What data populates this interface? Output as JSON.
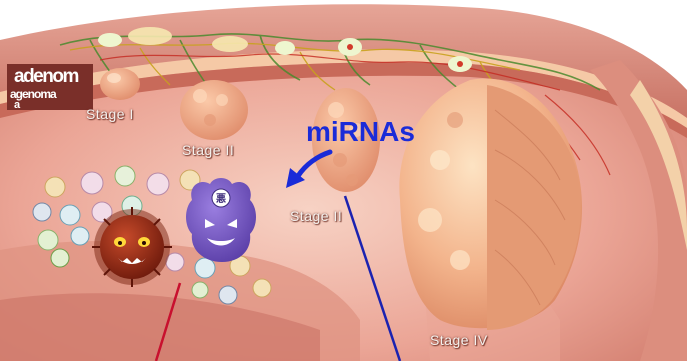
{
  "labels": {
    "adenoma_main": "adenom",
    "adenoma_wrap_1": "agenoma",
    "adenoma_wrap_2": "a",
    "mirna": "miRNAs"
  },
  "stages": [
    "Stage I",
    "Stage II",
    "Stage II",
    "Stage IV"
  ],
  "colors": {
    "tissue": "#e9a193",
    "tissue_light": "#f3c2b3",
    "tumor": "#f2b48e",
    "mirna_text": "#1a2bd8",
    "mirna_line": "#1b22b0",
    "red_line": "#c8102e",
    "adenoma_box": "#7a2f29",
    "virus_purple": "#7656c6",
    "virus_red": "#9b2a16"
  },
  "icons": [
    "good-bacteria-icon",
    "bad-bacteria-icon",
    "virus-monster-icon",
    "arrow-icon"
  ]
}
